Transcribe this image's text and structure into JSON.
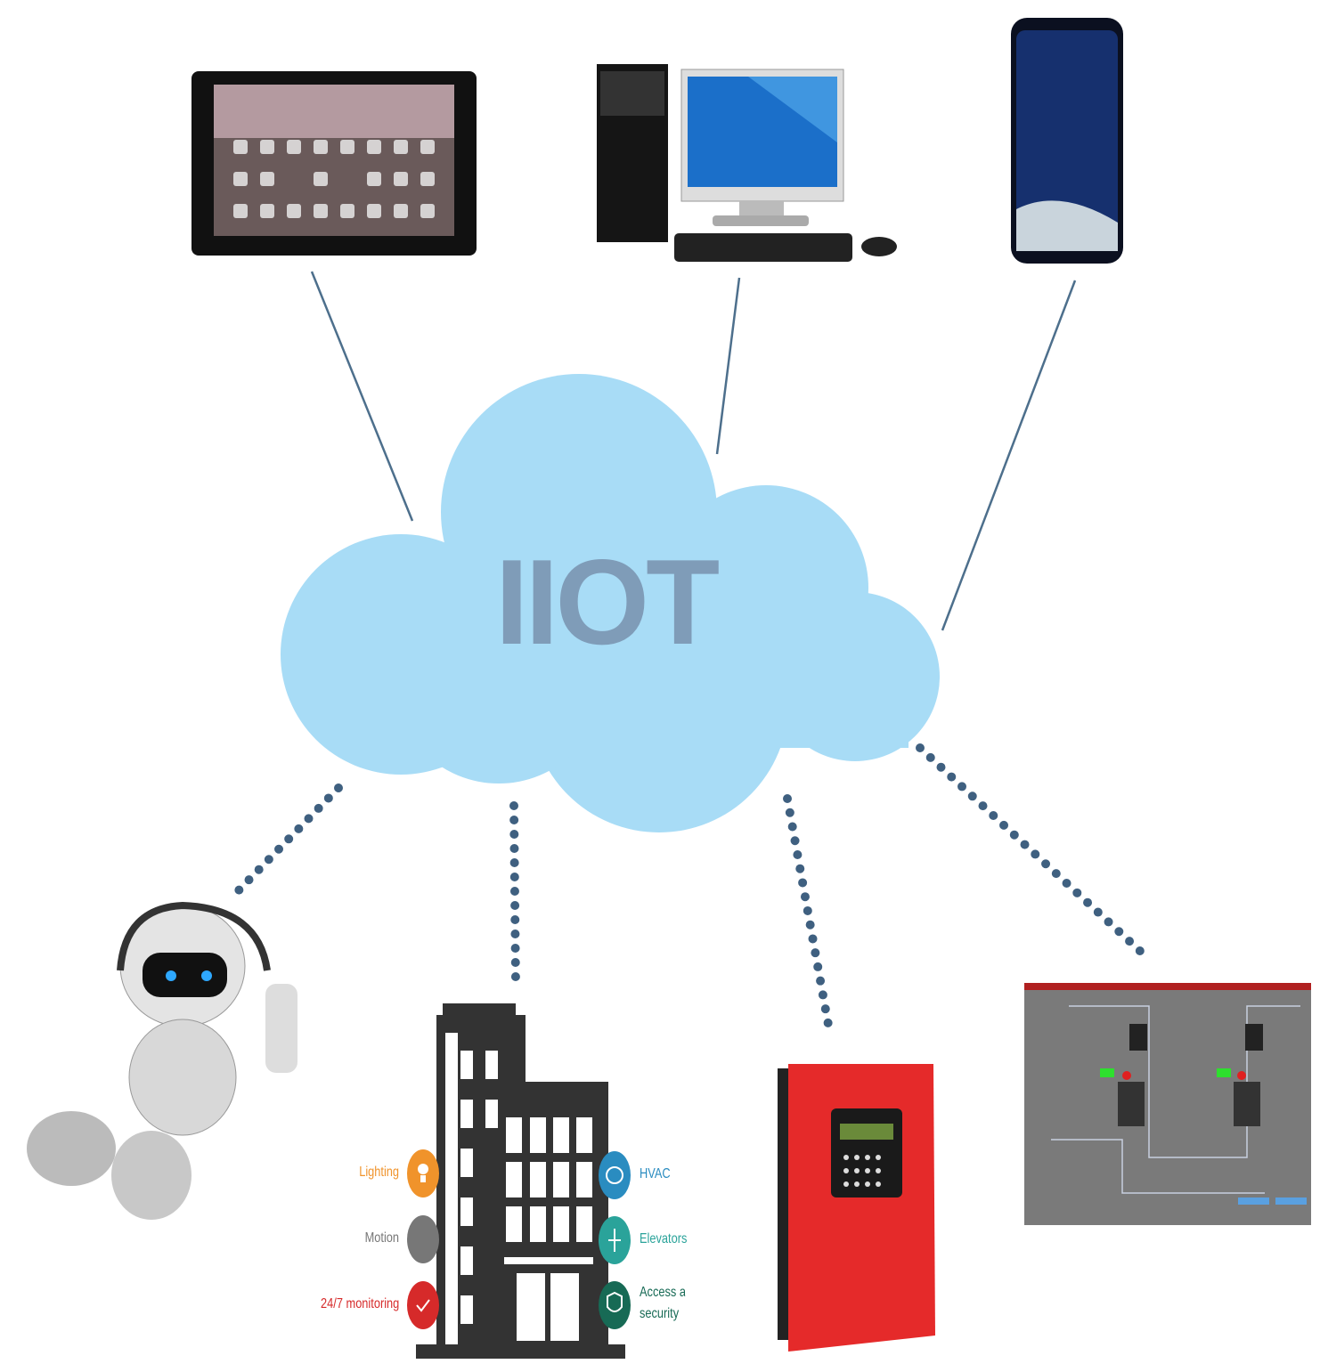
{
  "cloud": {
    "title": "IIOT",
    "color": "#a8dcf6",
    "title_color": "#7f9cb8"
  },
  "devices_top": [
    "tablet",
    "desktop-computer",
    "smartphone"
  ],
  "devices_bottom": [
    "robot",
    "smart-building",
    "fire-alarm-panel",
    "scada-screen"
  ],
  "building_features": {
    "left": [
      {
        "label": "Lighting",
        "color": "#f0932b",
        "icon": "lightbulb-icon"
      },
      {
        "label": "Motion",
        "color": "#777777",
        "icon": "exit-running-icon"
      },
      {
        "label": "24/7 monitoring",
        "color": "#d62a2a",
        "icon": "check-cycle-icon"
      }
    ],
    "right": [
      {
        "label": "HVAC",
        "color": "#2a8cc0",
        "icon": "fan-icon"
      },
      {
        "label": "Elevators",
        "color": "#2aa39a",
        "icon": "elevator-icon"
      },
      {
        "label": "Access and",
        "label2": "security",
        "color": "#176a55",
        "icon": "shield-lock-icon"
      }
    ]
  },
  "colors": {
    "solid_line": "#4d6f8c",
    "dotted_line": "#3f6080"
  }
}
